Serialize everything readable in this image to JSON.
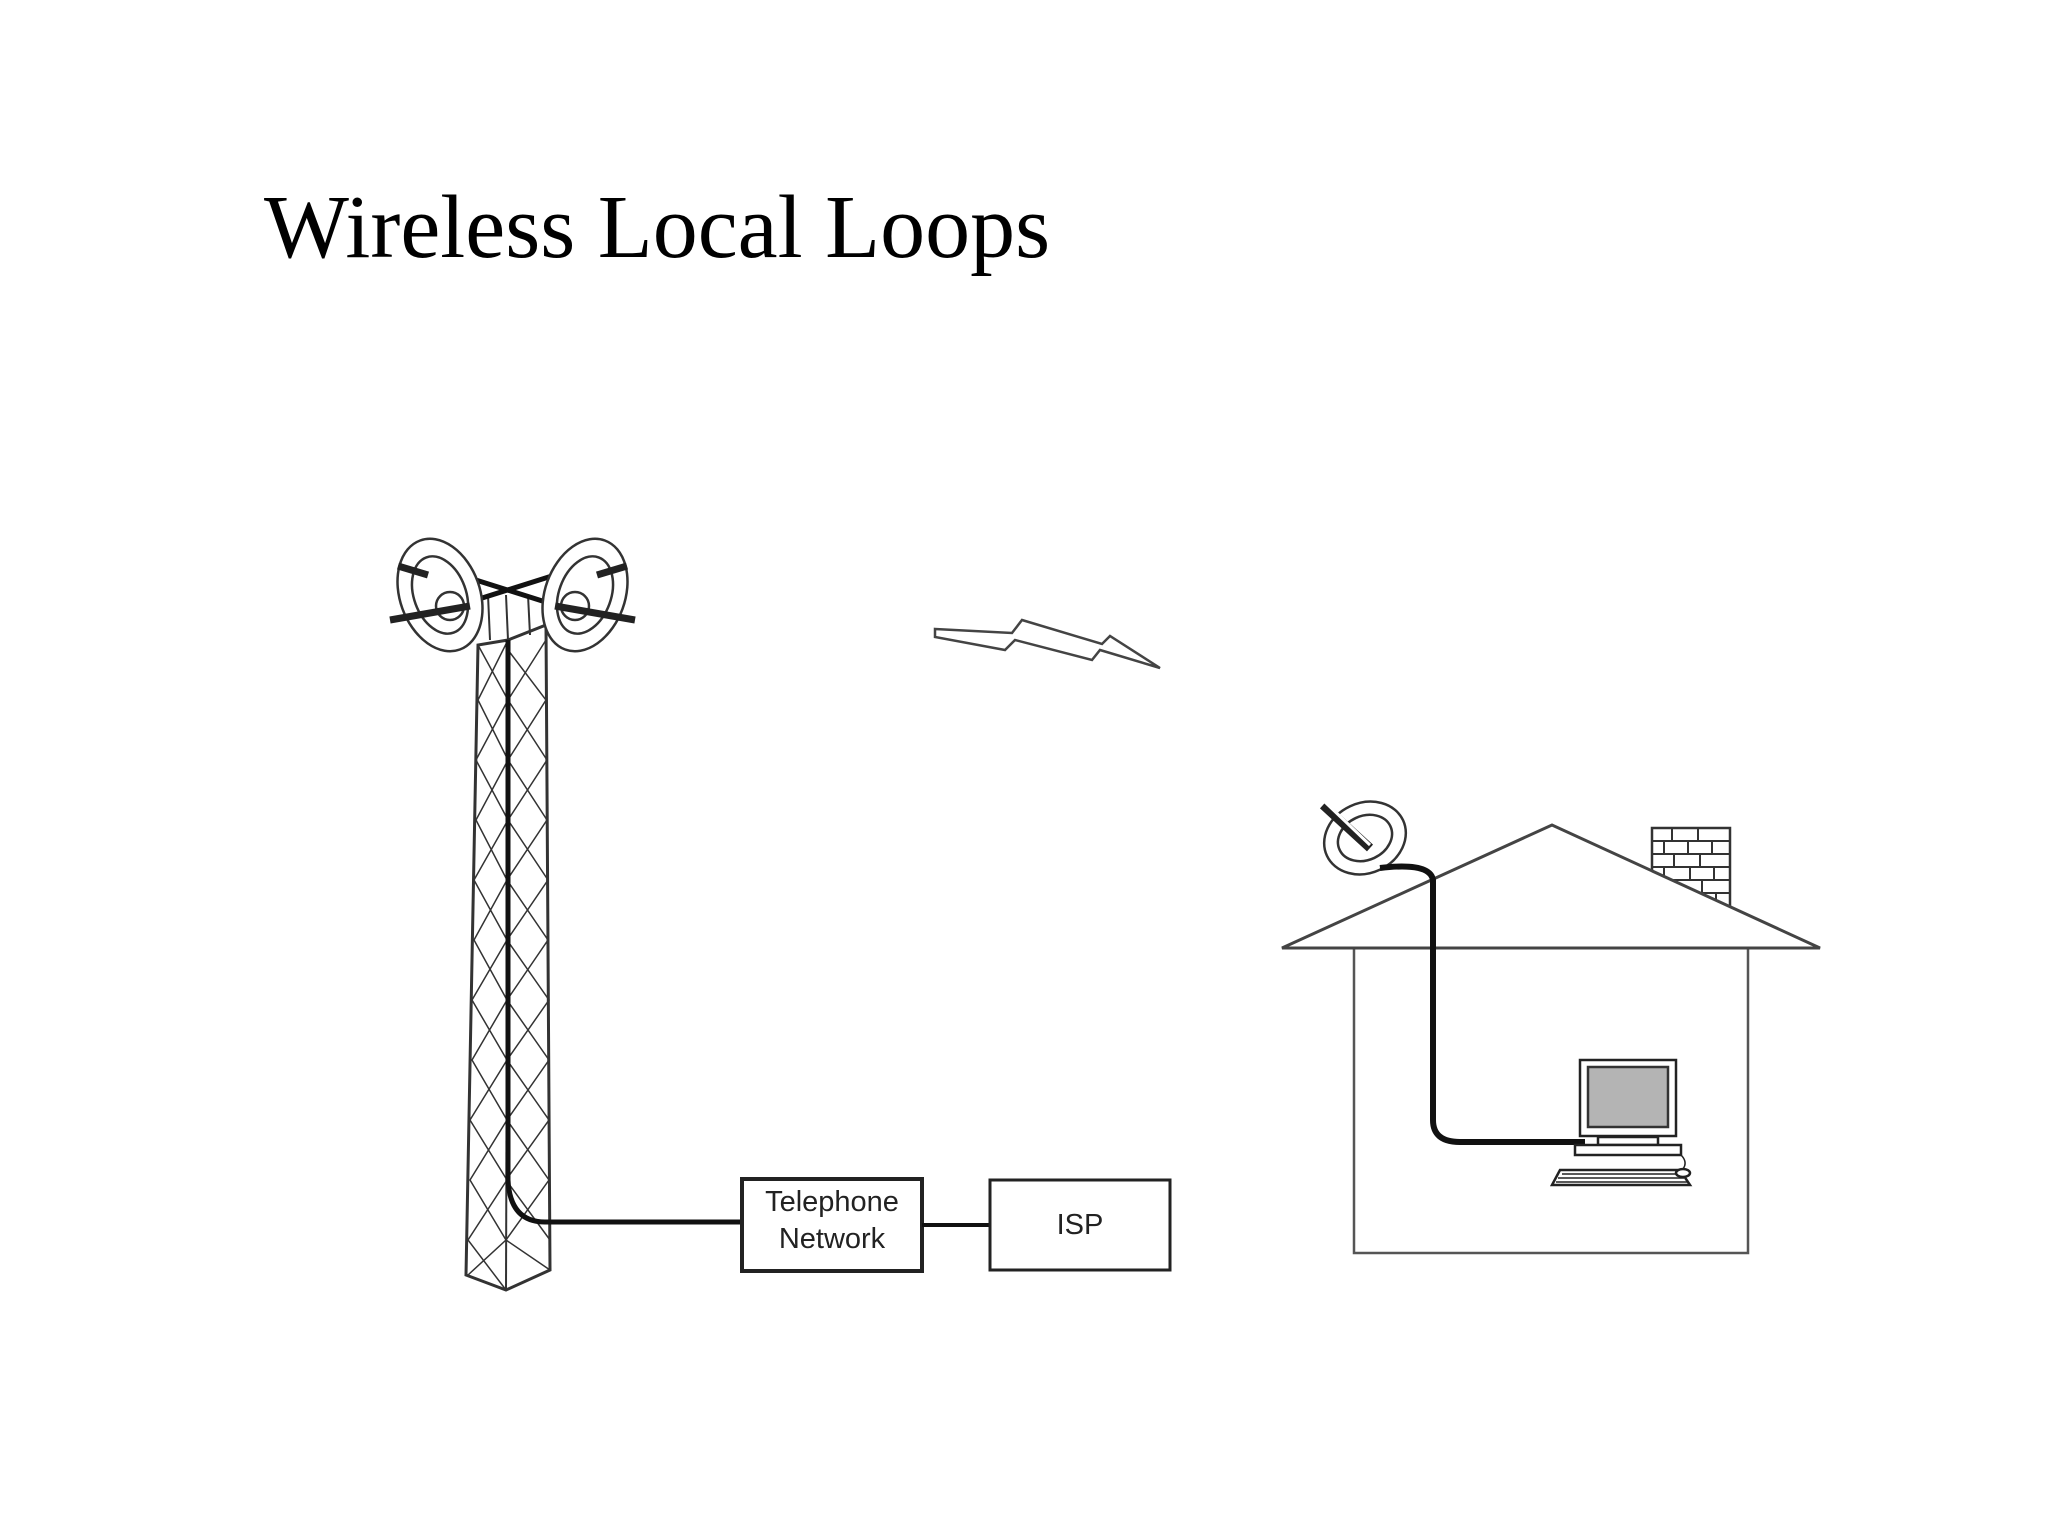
{
  "slide": {
    "title": "Wireless Local Loops"
  },
  "diagram": {
    "telephone_network": {
      "label_line1": "Telephone",
      "label_line2": "Network"
    },
    "isp": {
      "label": "ISP"
    },
    "colors": {
      "stroke": "#222222",
      "screen": "#b4b4b4",
      "background": "#ffffff"
    }
  }
}
